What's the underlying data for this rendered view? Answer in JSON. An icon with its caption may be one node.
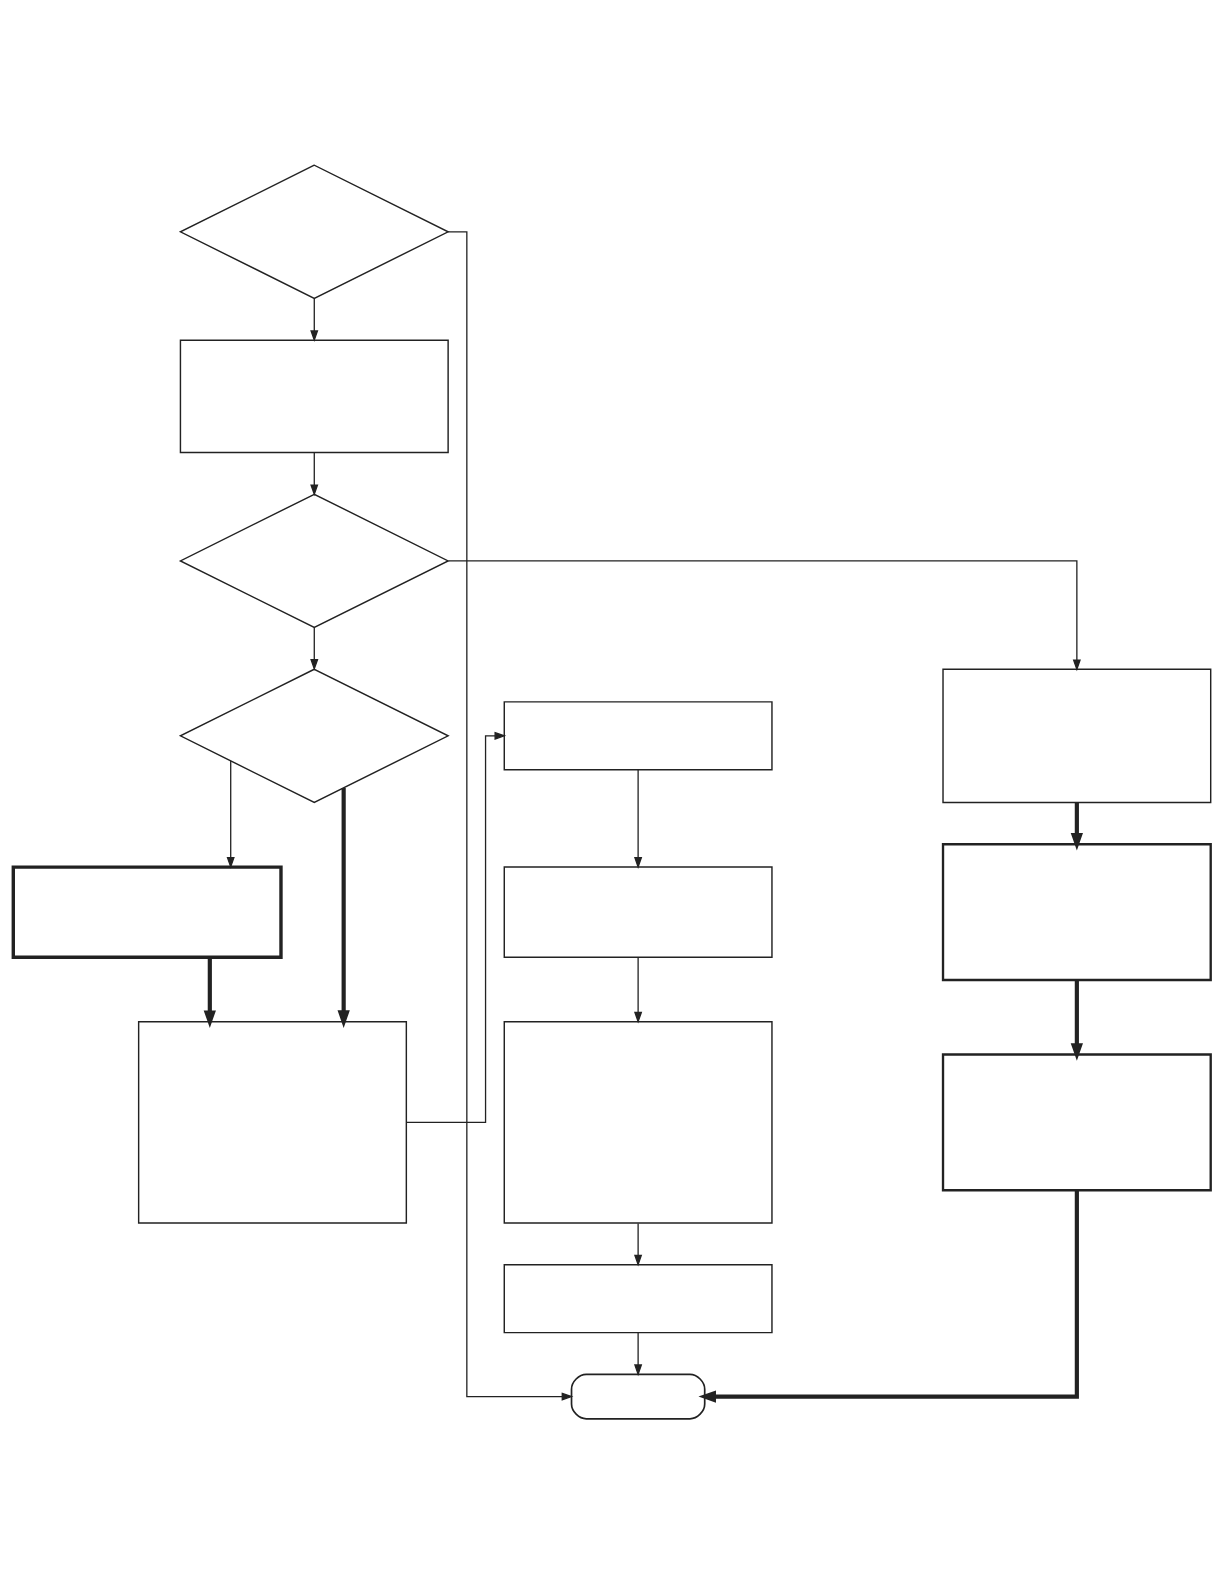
{
  "diagram": {
    "nodes": [
      {
        "text": [],
        "shape": "diamond"
      },
      {
        "text": [],
        "shape": "box"
      },
      {
        "text": [],
        "shape": "diamond"
      },
      {
        "text": [],
        "shape": "diamond"
      },
      {
        "text": [],
        "shape": "box"
      },
      {
        "text": [],
        "shape": "box"
      },
      {
        "text": [],
        "shape": "box"
      },
      {
        "text": [],
        "shape": "box"
      },
      {
        "text": [],
        "shape": "box"
      },
      {
        "text": [],
        "shape": "box"
      },
      {
        "text": [],
        "shape": "box"
      },
      {
        "text": [],
        "shape": "box"
      },
      {
        "text": [],
        "shape": "box"
      },
      {
        "text": [],
        "shape": "oval"
      }
    ],
    "edges": [
      {
        "from": 0,
        "to": 13,
        "arrow": "to"
      },
      {
        "from": 0,
        "to": 1,
        "arrow": "to"
      },
      {
        "from": 1,
        "to": 2,
        "arrow": "to"
      },
      {
        "from": 2,
        "to": 3,
        "arrow": "to"
      },
      {
        "from": 2,
        "to": 10,
        "arrow": "to"
      },
      {
        "from": 3,
        "to": 4,
        "arrow": "to"
      },
      {
        "from": 3,
        "to": 5,
        "arrow": "to",
        "style": "thick"
      },
      {
        "from": 4,
        "to": 5,
        "arrow": "to",
        "style": "thick"
      },
      {
        "from": 5,
        "to": 6,
        "arrow": "to"
      },
      {
        "from": 6,
        "to": 7,
        "arrow": "to"
      },
      {
        "from": 7,
        "to": 8,
        "arrow": "to"
      },
      {
        "from": 8,
        "to": 9,
        "arrow": "to"
      },
      {
        "from": 9,
        "to": 13,
        "arrow": "to"
      },
      {
        "from": 10,
        "to": 11,
        "arrow": "to",
        "style": "thick"
      },
      {
        "from": 11,
        "to": 12,
        "arrow": "to",
        "style": "thick"
      },
      {
        "from": 12,
        "to": 13,
        "arrow": "to",
        "style": "thick"
      }
    ]
  }
}
